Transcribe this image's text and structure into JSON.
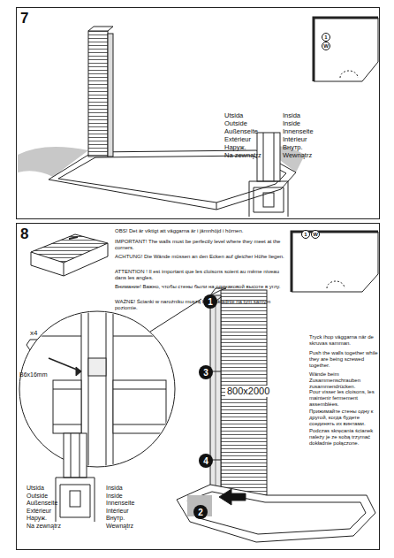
{
  "diagram": {
    "nodes": [
      {
        "text": [
          "7"
        ]
      },
      {
        "text": [
          "1"
        ],
        "in": 0
      },
      {
        "text": [
          "W"
        ],
        "in": 0
      },
      {
        "text": [
          "8"
        ]
      },
      {
        "text": [
          "1"
        ],
        "in": 3
      },
      {
        "text": [
          "W"
        ],
        "in": 3
      },
      {
        "text": [
          "1"
        ],
        "in": 3
      },
      {
        "text": [
          "3"
        ],
        "in": 3
      },
      {
        "text": [
          "4"
        ],
        "in": 3
      },
      {
        "text": [
          "2"
        ],
        "in": 3
      }
    ],
    "labels": [
      "Utsida",
      "Outside",
      "Außenseite",
      "Extérieur",
      "Наруж.",
      "Na zewnątrz",
      "Insida",
      "Inside",
      "Innenseite",
      "Intérieur",
      "Внутр.",
      "Wewnątrz",
      "OBS! Det är viktigt att väggarna är i jämnhöjd i hörnen.",
      "IMPORTANT! The walls must be perfectly level where they meet at the corners.",
      "ACHTUNG! Die Wände müssen an den Ecken auf gleicher Höhe liegen.",
      "ATTENTION ! Il est important que les cloisons soient au même niveau dans les angles.",
      "Внимание! Важно, чтобы стены были на одинаковой высоте в углу.",
      "WAŻNE! Ścianki w narożniku muszą być dokładnie na tym samym poziomie.",
      "x4",
      "B6x16mm",
      "800x2000",
      "Tryck ihop väggarna när de skruvas samman.",
      "Push the walls together while they are being screwed together.",
      "Wände beim Zusammenschrauben zusammendrücken.",
      "Pour visser les cloisons, les maintenir fermement assemblées.",
      "Прижимайте стены одну к другой, когда будете соединять их винтами.",
      "Podczas skręcania ścianek należy je ze sobą trzymać dokładnie połączone.",
      "Utsida",
      "Outside",
      "Außenseite",
      "Extérieur",
      "Наруж.",
      "Na zewnątrz",
      "Insida",
      "Inside",
      "Innenseite",
      "Intérieur",
      "Внутр.",
      "Wewnątrz"
    ]
  }
}
